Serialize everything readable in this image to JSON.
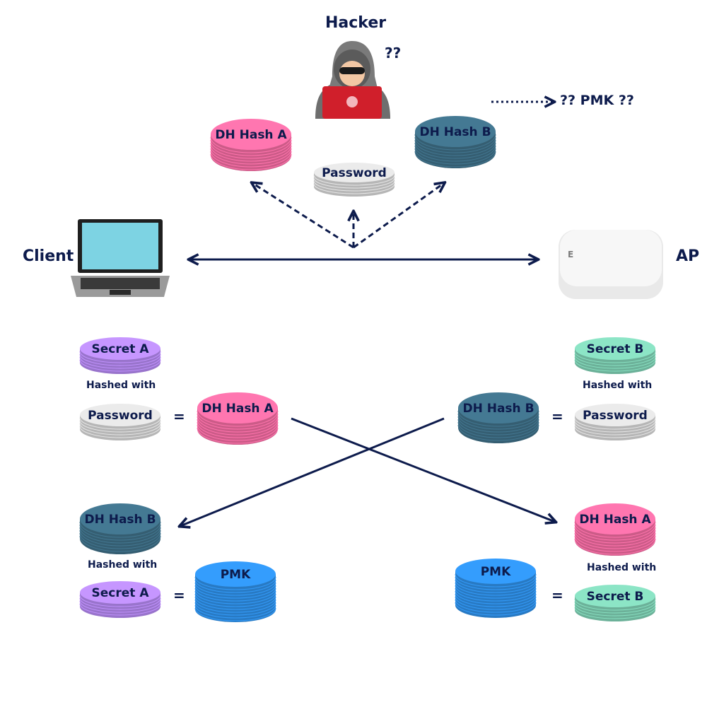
{
  "labels": {
    "hacker": "Hacker",
    "client": "Client",
    "ap": "AP",
    "question_marks": "??",
    "pmk_unknown": "?? PMK ??",
    "hashed_with": "Hashed with",
    "equals": "="
  },
  "colors": {
    "navy": "#0d1b4c",
    "pink": "#f06ba0",
    "teal": "#3e6e86",
    "silver": "#d6d6d6",
    "purple": "#b488f0",
    "mint": "#7fd0b4",
    "blue": "#2f8fe6"
  },
  "disks": {
    "hacker_hash_a": "DH Hash A",
    "hacker_password": "Password",
    "hacker_hash_b": "DH Hash B",
    "client_secret_a": "Secret A",
    "client_password": "Password",
    "client_hash_a": "DH Hash A",
    "client_hash_b": "DH Hash B",
    "client_secret_a_2": "Secret A",
    "client_pmk": "PMK",
    "ap_secret_b": "Secret B",
    "ap_password": "Password",
    "ap_hash_b": "DH Hash B",
    "ap_hash_a": "DH Hash A",
    "ap_pmk": "PMK",
    "ap_secret_b_2": "Secret B"
  },
  "icons": [
    "hacker-icon",
    "laptop-icon",
    "access-point-icon"
  ]
}
